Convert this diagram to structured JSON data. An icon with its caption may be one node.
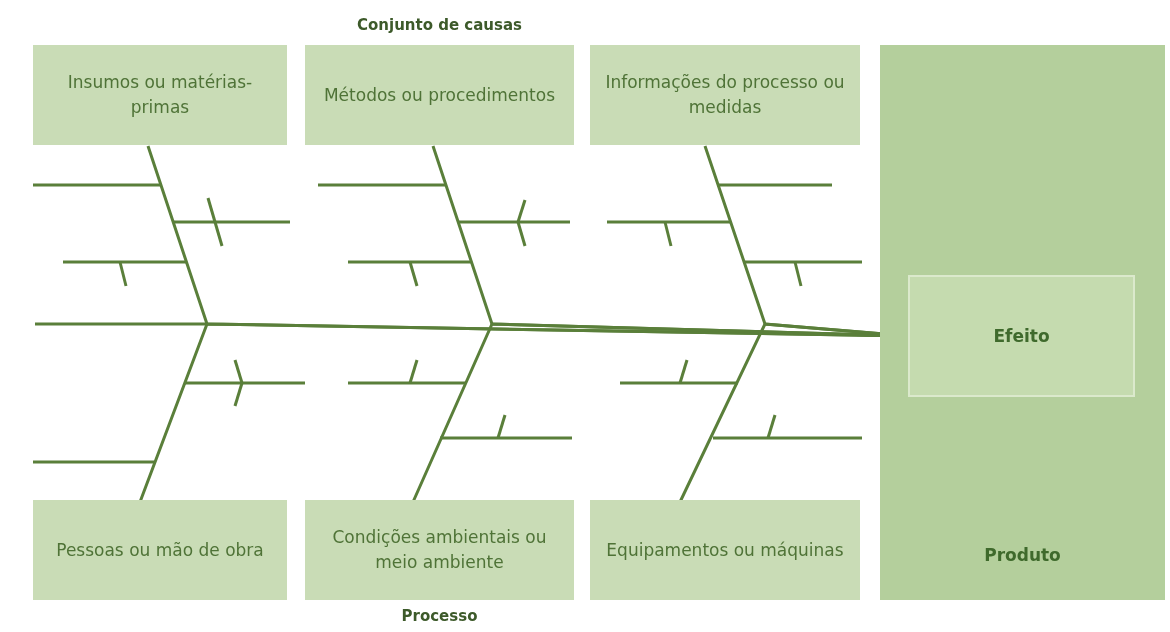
{
  "diagram": {
    "nodes": [
      {
        "text": [
          "Insumos ou matérias-primas"
        ]
      },
      {
        "text": [
          "Métodos ou procedimentos"
        ]
      },
      {
        "text": [
          "Informações do processo ou medidas"
        ]
      },
      {
        "text": [
          "Produto"
        ]
      },
      {
        "text": [
          "Efeito"
        ],
        "in": 3
      },
      {
        "text": [
          "Pessoas ou mão de obra"
        ]
      },
      {
        "text": [
          "Condições ambientais ou meio ambiente"
        ]
      },
      {
        "text": [
          "Equipamentos ou máquinas"
        ]
      }
    ],
    "edges": [
      {
        "from": 0,
        "to": 4,
        "arrow": "none"
      },
      {
        "from": 1,
        "to": 4,
        "arrow": "none"
      },
      {
        "from": 2,
        "to": 4,
        "arrow": "none"
      },
      {
        "from": 5,
        "to": 4,
        "arrow": "none"
      },
      {
        "from": 6,
        "to": 4,
        "arrow": "none"
      },
      {
        "from": 7,
        "to": 4,
        "arrow": "none"
      }
    ],
    "labels": [
      "Conjunto de causas",
      "Processo"
    ]
  }
}
